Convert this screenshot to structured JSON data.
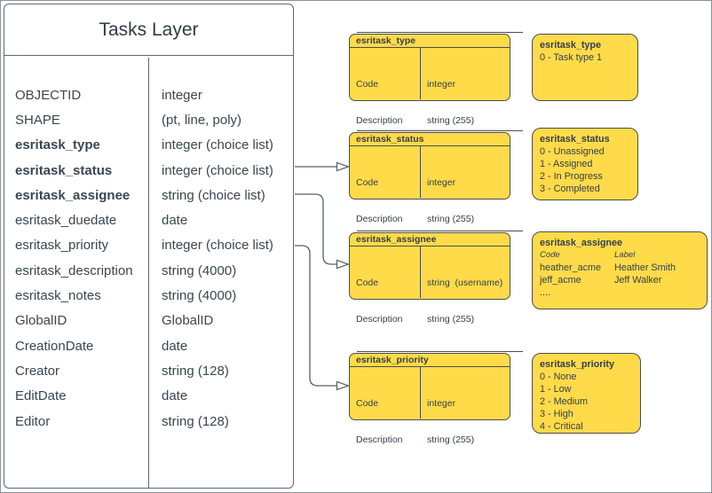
{
  "colors": {
    "box_fill_yellow": "#FFDB4A",
    "box_border": "#4D4D4D",
    "table_border": "#5E6974",
    "text_dark": "#3A4651",
    "connector_line": "#55606A"
  },
  "tasks_table": {
    "title": "Tasks Layer",
    "rows": [
      {
        "name": "OBJECTID",
        "type": "integer"
      },
      {
        "name": "SHAPE",
        "type": "(pt, line, poly)"
      },
      {
        "name": "esritask_type",
        "type": "integer (choice list)"
      },
      {
        "name": "esritask_status",
        "type": "integer (choice list)"
      },
      {
        "name": "esritask_assignee",
        "type": "string (choice list)"
      },
      {
        "name": "esritask_duedate",
        "type": "date"
      },
      {
        "name": "esritask_priority",
        "type": "integer (choice list)"
      },
      {
        "name": "esritask_description",
        "type": "string (4000)"
      },
      {
        "name": "esritask_notes",
        "type": "string (4000)"
      },
      {
        "name": "GlobalID",
        "type": "GlobalID"
      },
      {
        "name": "CreationDate",
        "type": "date"
      },
      {
        "name": "Creator",
        "type": "string (128)"
      },
      {
        "name": "EditDate",
        "type": "date"
      },
      {
        "name": "Editor",
        "type": "string (128)"
      }
    ]
  },
  "domain_tables": {
    "type": {
      "title": "esritask_type",
      "fields": [
        {
          "name": "Code",
          "type": "integer"
        },
        {
          "name": "Description",
          "type": "string (255)"
        }
      ]
    },
    "status": {
      "title": "esritask_status",
      "fields": [
        {
          "name": "Code",
          "type": "integer"
        },
        {
          "name": "Description",
          "type": "string (255)"
        }
      ]
    },
    "assignee": {
      "title": "esritask_assignee",
      "fields": [
        {
          "name": "Code",
          "type": "string  (username)"
        },
        {
          "name": "Description",
          "type": "string (255)"
        }
      ]
    },
    "priority": {
      "title": "esritask_priority",
      "fields": [
        {
          "name": "Code",
          "type": "integer"
        },
        {
          "name": "Description",
          "type": "string (255)"
        }
      ]
    }
  },
  "value_lists": {
    "type": {
      "title": "esritask_type",
      "items": [
        "0 - Task type 1"
      ]
    },
    "status": {
      "title": "esritask_status",
      "items": [
        "0 - Unassigned",
        "1 - Assigned",
        "2 - In Progress",
        "3 - Completed"
      ]
    },
    "assignee": {
      "title": "esritask_assignee",
      "col_headers": {
        "code": "Code",
        "label": "Label"
      },
      "rows": [
        {
          "code": "heather_acme",
          "label": "Heather Smith"
        },
        {
          "code": "jeff_acme",
          "label": "Jeff Walker"
        }
      ],
      "more": "...."
    },
    "priority": {
      "title": "esritask_priority",
      "items": [
        "0 - None",
        "1 - Low",
        "2 - Medium",
        "3 - High",
        "4 - Critical"
      ]
    }
  }
}
